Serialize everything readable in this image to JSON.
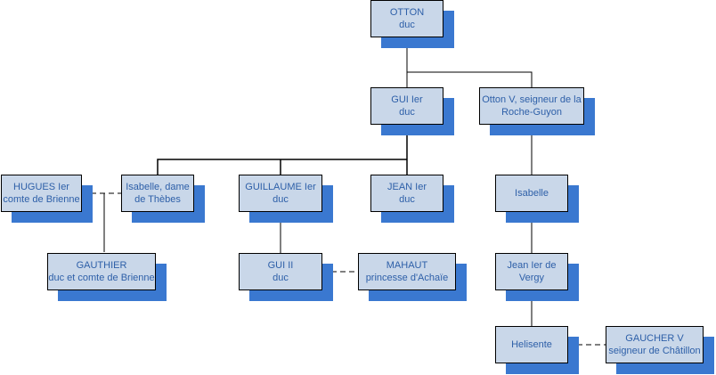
{
  "colors": {
    "box_fill": "#c9d7e9",
    "box_shadow": "#3a78d0",
    "box_text": "#2d5fa8",
    "line": "#000000"
  },
  "nodes": {
    "otton": {
      "line1": "OTTON",
      "line2": "duc"
    },
    "gui1": {
      "line1": "GUI Ier",
      "line2": "duc"
    },
    "otton5": {
      "line1": "Otton V, seigneur de la",
      "line2": "Roche-Guyon"
    },
    "hugues": {
      "line1": "HUGUES Ier",
      "line2": "comte de Brienne"
    },
    "isabelle_thebes": {
      "line1": "Isabelle, dame",
      "line2": "de Thèbes"
    },
    "guillaume": {
      "line1": "GUILLAUME Ier",
      "line2": "duc"
    },
    "jean1": {
      "line1": "JEAN Ier",
      "line2": "duc"
    },
    "isabelle": {
      "line1": "Isabelle",
      "line2": ""
    },
    "gauthier": {
      "line1": "GAUTHIER",
      "line2": "duc et comte de Brienne"
    },
    "gui2": {
      "line1": "GUI II",
      "line2": "duc"
    },
    "mahaut": {
      "line1": "MAHAUT",
      "line2": "princesse d'Achaïe"
    },
    "jean_vergy": {
      "line1": "Jean Ier de",
      "line2": "Vergy"
    },
    "helisente": {
      "line1": "Helisente",
      "line2": ""
    },
    "gaucher": {
      "line1": "GAUCHER V",
      "line2": "seigneur de Châtillon"
    }
  }
}
